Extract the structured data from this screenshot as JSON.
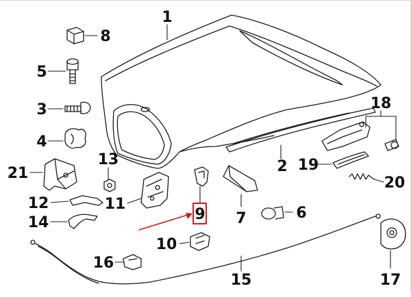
{
  "diagram": {
    "callouts": [
      "1",
      "2",
      "3",
      "4",
      "5",
      "6",
      "7",
      "8",
      "9",
      "10",
      "11",
      "12",
      "13",
      "14",
      "15",
      "16",
      "17",
      "18",
      "19",
      "20",
      "21"
    ],
    "highlight": {
      "label": "9",
      "color": "#e0141b"
    }
  },
  "colors": {
    "ink": "#151515",
    "line": "#2a2a2a",
    "highlight": "#e0141b"
  }
}
